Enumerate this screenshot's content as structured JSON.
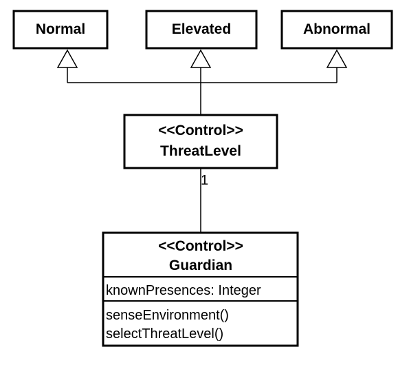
{
  "classes": {
    "normal": {
      "name": "Normal"
    },
    "elevated": {
      "name": "Elevated"
    },
    "abnormal": {
      "name": "Abnormal"
    },
    "threat_level": {
      "stereotype": "<<Control>>",
      "name": "ThreatLevel"
    },
    "guardian": {
      "stereotype": "<<Control>>",
      "name": "Guardian",
      "attributes": [
        "knownPresences: Integer"
      ],
      "operations": [
        "senseEnvironment()",
        "selectThreatLevel()"
      ]
    }
  },
  "association": {
    "multiplicity": "1"
  }
}
